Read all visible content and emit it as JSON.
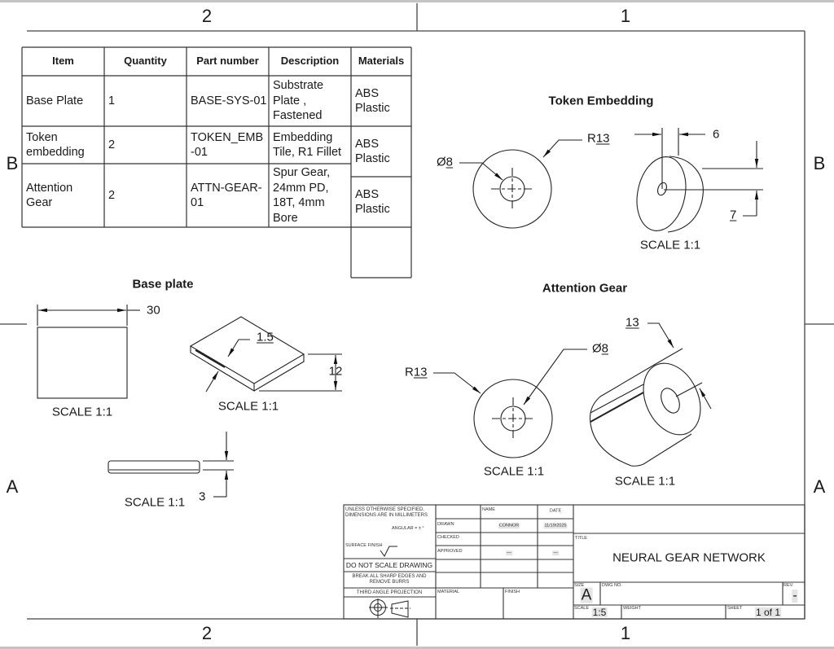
{
  "sheet": {
    "zones": {
      "top": [
        "2",
        "1"
      ],
      "bottom": [
        "2",
        "1"
      ],
      "left": [
        "B",
        "A"
      ],
      "right": [
        "B",
        "A"
      ]
    }
  },
  "bom": {
    "headers": {
      "item": "Item",
      "quantity": "Quantity",
      "part_number": "Part number",
      "description": "Description",
      "materials": "Materials"
    },
    "rows": [
      {
        "item": "Base Plate",
        "quantity": "1",
        "part_number": "BASE-SYS-01",
        "description": "Substrate Plate , Fastened",
        "material": "ABS Plastic"
      },
      {
        "item": "Token embedding",
        "quantity": "2",
        "part_number": "TOKEN_EMB-01",
        "description": "Embedding Tile, R1 Fillet",
        "material": "ABS Plastic"
      },
      {
        "item": "Attention Gear",
        "quantity": "2",
        "part_number": "ATTN-GEAR-01",
        "description": "Spur Gear, 24mm PD, 18T, 4mm Bore",
        "material": "ABS Plastic"
      }
    ],
    "extra_material_cell": ""
  },
  "views": {
    "base_plate": {
      "title": "Base plate",
      "front": {
        "scale": "SCALE 1:1",
        "width_dim": "30"
      },
      "isometric": {
        "scale": "SCALE 1:1",
        "fillet_dim": "1.5",
        "height_dim": "12"
      },
      "side": {
        "scale": "SCALE 1:1",
        "thickness_dim": "3"
      }
    },
    "token_embedding": {
      "title": "Token Embedding",
      "front": {
        "hole_dim": {
          "prefix": "Ø",
          "value": "8"
        },
        "radius_dim": {
          "prefix": "R",
          "value": "13"
        }
      },
      "isometric": {
        "scale": "SCALE 1:1",
        "hole_offset_dim": "6",
        "height_dim": "7"
      }
    },
    "attention_gear": {
      "title": "Attention Gear",
      "front": {
        "scale": "SCALE 1:1",
        "radius_dim": {
          "prefix": "R",
          "value": "13"
        },
        "hole_dim": {
          "prefix": "Ø",
          "value": "8"
        }
      },
      "isometric": {
        "scale": "SCALE 1:1",
        "length_dim": "13"
      }
    }
  },
  "title_block": {
    "notes": {
      "units": "UNLESS OTHERWISE SPECIFIED, DIMENSIONS ARE IN MILLIMETERS",
      "angular": "ANGULAR = ± °",
      "surface_finish": "SURFACE FINISH",
      "do_not_scale": "DO NOT SCALE DRAWING",
      "break_edges": "BREAK ALL SHARP EDGES AND REMOVE BURRS",
      "projection": "THIRD ANGLE PROJECTION"
    },
    "approvals": {
      "name_header": "NAME",
      "date_header": "DATE",
      "rows": [
        {
          "role": "DRAWN",
          "name": "CONNOR",
          "date": "11/19/2025"
        },
        {
          "role": "CHECKED",
          "name": "",
          "date": ""
        },
        {
          "role": "APPROVED",
          "name": "—",
          "date": "—"
        }
      ]
    },
    "material_label": "MATERIAL",
    "finish_label": "FINISH",
    "title_label": "TITLE",
    "title": "NEURAL GEAR NETWORK",
    "size_label": "SIZE",
    "size": "A",
    "dwg_no_label": "DWG NO.",
    "rev_label": "REV.",
    "rev": "-",
    "scale_label": "SCALE",
    "scale": "1:5",
    "weight_label": "WEIGHT",
    "sheet_label": "SHEET",
    "sheet": "1 of 1"
  }
}
